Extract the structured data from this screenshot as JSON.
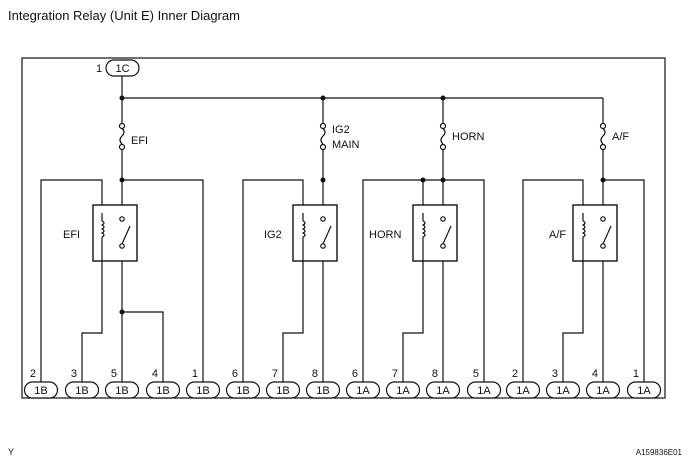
{
  "title": "Integration Relay (Unit E) Inner Diagram",
  "input_connector": {
    "pin": "1",
    "label": "1C"
  },
  "fuses": [
    {
      "label_line1": "EFI",
      "label_line2": ""
    },
    {
      "label_line1": "IG2",
      "label_line2": "MAIN"
    },
    {
      "label_line1": "HORN",
      "label_line2": ""
    },
    {
      "label_line1": "A/F",
      "label_line2": ""
    }
  ],
  "relays": [
    "EFI",
    "IG2",
    "HORN",
    "A/F"
  ],
  "terminals": [
    {
      "pin": "2",
      "label": "1B"
    },
    {
      "pin": "3",
      "label": "1B"
    },
    {
      "pin": "5",
      "label": "1B"
    },
    {
      "pin": "4",
      "label": "1B"
    },
    {
      "pin": "1",
      "label": "1B"
    },
    {
      "pin": "6",
      "label": "1B"
    },
    {
      "pin": "7",
      "label": "1B"
    },
    {
      "pin": "8",
      "label": "1B"
    },
    {
      "pin": "6",
      "label": "1A"
    },
    {
      "pin": "7",
      "label": "1A"
    },
    {
      "pin": "8",
      "label": "1A"
    },
    {
      "pin": "5",
      "label": "1A"
    },
    {
      "pin": "2",
      "label": "1A"
    },
    {
      "pin": "3",
      "label": "1A"
    },
    {
      "pin": "4",
      "label": "1A"
    },
    {
      "pin": "1",
      "label": "1A"
    }
  ],
  "footer_left": "Y",
  "footer_right": "A159836E01"
}
